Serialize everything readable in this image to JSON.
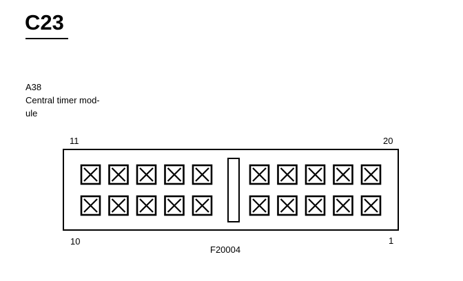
{
  "title": "C23",
  "component": {
    "id": "A38",
    "description_line1": "Central timer mod-",
    "description_line2": "ule"
  },
  "connector": {
    "pin_top_left": "11",
    "pin_top_right": "20",
    "pin_bottom_left": "10",
    "pin_bottom_right": "1",
    "pins_per_row_per_side": 5,
    "rows": 2
  },
  "figure_code": "F20004",
  "colors": {
    "ink": "#000000",
    "paper": "#ffffff"
  }
}
